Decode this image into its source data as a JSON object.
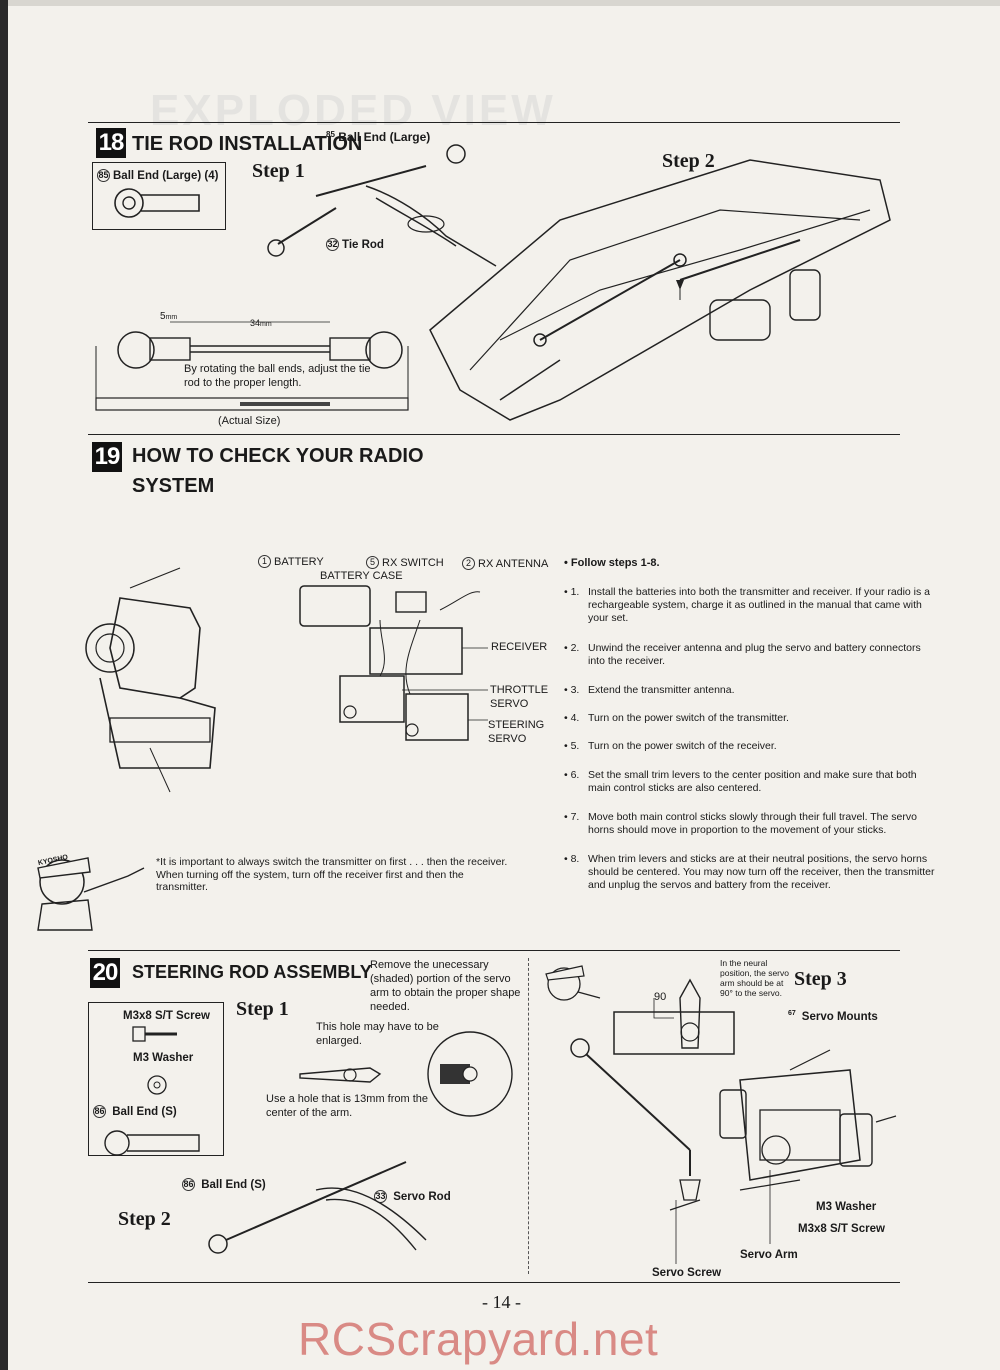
{
  "header_ghost": "EXPLODED VIEW",
  "section18": {
    "number": "18",
    "title": "TIE ROD INSTALLATION",
    "top_part_num": "85",
    "top_part_label": "Ball End (Large)",
    "box_part_num": "85",
    "box_part_label": "Ball End (Large) (4)",
    "step1": "Step 1",
    "step2": "Step 2",
    "tie_rod_num": "32",
    "tie_rod_label": "Tie Rod",
    "dim_5": "5",
    "dim_5_unit": "mm",
    "dim_34": "34",
    "dim_34_unit": "mm",
    "rotate_note_line1": "By rotating the ball ends, adjust the tie",
    "rotate_note_line2": "rod to the proper length.",
    "actual_size": "(Actual Size)"
  },
  "section19": {
    "number": "19",
    "title_line1": "HOW TO CHECK YOUR RADIO",
    "title_line2": "SYSTEM",
    "labels": {
      "battery": "BATTERY",
      "battery_case": "BATTERY CASE",
      "rx_switch": "RX SWITCH",
      "rx_antenna": "RX ANTENNA",
      "receiver": "RECEIVER",
      "throttle_servo_1": "THROTTLE",
      "throttle_servo_2": "SERVO",
      "steering_servo_1": "STEERING",
      "steering_servo_2": "SERVO"
    },
    "follow": "Follow steps 1-8.",
    "steps": [
      {
        "num": "1.",
        "text": "Install the batteries into both the transmitter and receiver. If your radio is a rechargeable system, charge it as outlined in the manual that came with your set."
      },
      {
        "num": "2.",
        "text": "Unwind the receiver antenna and plug the servo and battery connectors into the receiver."
      },
      {
        "num": "3.",
        "text": "Extend the transmitter antenna."
      },
      {
        "num": "4.",
        "text": "Turn on the power switch of the transmitter."
      },
      {
        "num": "5.",
        "text": "Turn on the power switch of the receiver."
      },
      {
        "num": "6.",
        "text": "Set the small trim levers to the center position and make sure that both main control sticks are also centered."
      },
      {
        "num": "7.",
        "text": "Move both main control sticks slowly through their full travel. The servo horns should move in proportion to the movement of your sticks."
      },
      {
        "num": "8.",
        "text": "When trim levers and sticks are at their neutral positions, the servo horns should be centered. You may now turn off the receiver, then the transmitter and unplug the servos and battery from the receiver."
      }
    ],
    "warning": "*It is important to always switch the transmitter on first . . . then the receiver. When turning off the system, turn off the receiver first and then the transmitter.",
    "mascot_cap": "KYOSHO"
  },
  "section20": {
    "number": "20",
    "title": "STEERING ROD ASSEMBLY",
    "remove_note": "Remove the unecessary (shaded) portion of the servo arm to obtain the proper shape needed.",
    "parts": {
      "screw": "M3x8 S/T Screw",
      "washer": "M3 Washer",
      "ball_end_num": "86",
      "ball_end": "Ball End (S)"
    },
    "step1": "Step 1",
    "step2": "Step 2",
    "step3": "Step 3",
    "hole_note_line1": "This hole may have to be",
    "hole_note_line2": "enlarged.",
    "use_hole_line1": "Use a hole that is 13mm from the",
    "use_hole_line2": "center of the arm.",
    "ball_end_s_num": "86",
    "ball_end_s": "Ball End (S)",
    "servo_rod_num": "33",
    "servo_rod": "Servo Rod",
    "neutral_note": "In the neural position, the servo arm should be at 90° to the servo.",
    "angle": "90",
    "servo_mounts_num": "67",
    "servo_mounts": "Servo Mounts",
    "m3_washer": "M3 Washer",
    "m3x8": "M3x8 S/T Screw",
    "servo_arm": "Servo Arm",
    "servo_screw": "Servo Screw"
  },
  "page_number": "- 14 -",
  "watermark": "RCScrapyard.net"
}
